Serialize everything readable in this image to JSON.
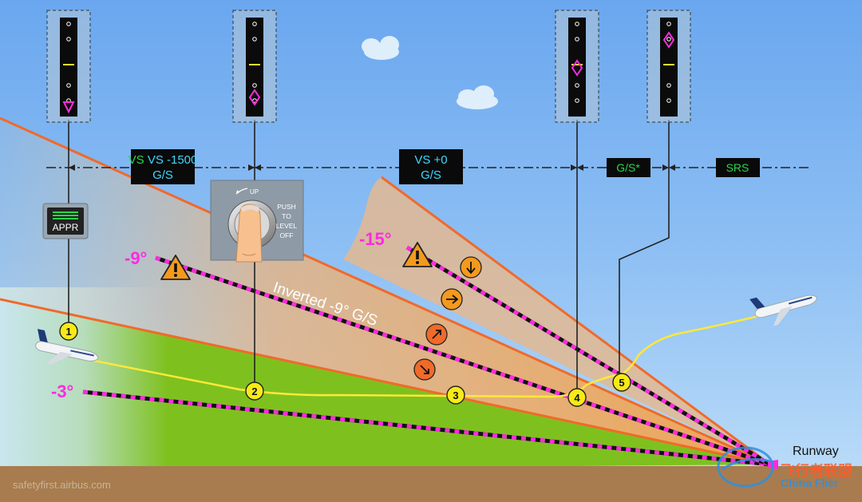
{
  "colors": {
    "magenta": "#ff2ae0",
    "fma_green": "#27d64a",
    "fma_cyan": "#3fd6ff",
    "warning_orange": "#f39a1e",
    "circle_yellow": "#f7ea17",
    "ground_green": "#7ec11e",
    "ground_brown": "#a87c4e",
    "glide_path": "#ffe83a",
    "beam_edge": "#f06a2a"
  },
  "fma": {
    "mode1_line1": "VS -1500",
    "mode1_line2": "G/S",
    "mode2_line1": "VS +0",
    "mode2_line2": "G/S",
    "mode3": "G/S*",
    "mode4": "SRS"
  },
  "appr_button": {
    "label": "APPR"
  },
  "level_off_knob": {
    "up_label": "UP",
    "push_line1": "PUSH",
    "push_line2": "TO",
    "push_line3": "LEVEL",
    "push_line4": "OFF"
  },
  "angles": {
    "minus3": "-3°",
    "minus9": "-9°",
    "minus15": "-15°"
  },
  "inverted_label": "Inverted -9° G/S",
  "steps": [
    "1",
    "2",
    "3",
    "4",
    "5"
  ],
  "runway_label": "Runway",
  "source_label": "safetyfirst.airbus.com",
  "watermark": {
    "line1": "飞行者联盟",
    "line2": "China Flier"
  },
  "icons": {
    "warning": "warning-triangle-icon",
    "arrow_down": "arrow-down-icon",
    "arrow_right": "arrow-right-icon",
    "arrow_up_right": "arrow-up-right-icon",
    "arrow_down_right": "arrow-down-right-icon",
    "aircraft": "aircraft-icon",
    "finger": "finger-icon",
    "glideslope_diamond": "glideslope-diamond-icon"
  }
}
